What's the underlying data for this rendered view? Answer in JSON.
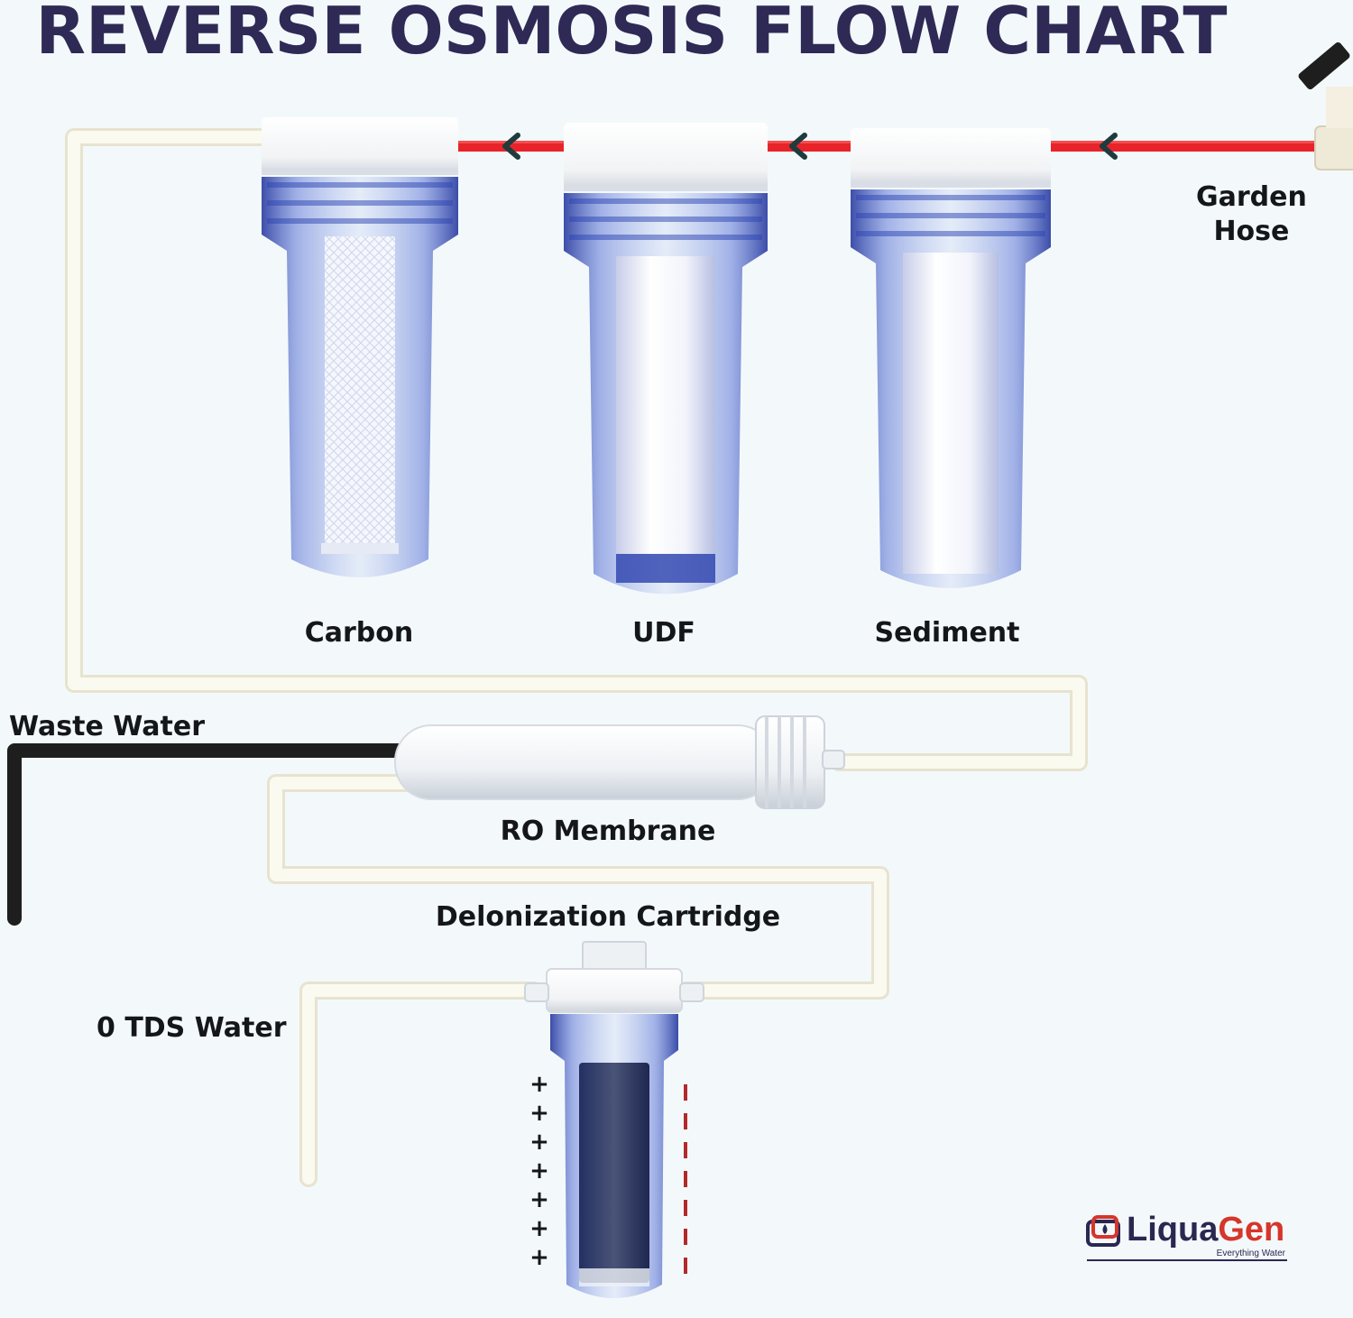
{
  "title": "REVERSE OSMOSIS FLOW CHART",
  "labels": {
    "garden_hose_line1": "Garden",
    "garden_hose_line2": "Hose",
    "carbon": "Carbon",
    "udf": "UDF",
    "sediment": "Sediment",
    "waste_water": "Waste Water",
    "ro_membrane": "RO Membrane",
    "deionization_cartridge": "Delonization Cartridge",
    "tds_water": "0 TDS Water"
  },
  "charges": {
    "positive_symbol": "+",
    "positive_count": 7,
    "negative_symbol": "-",
    "negative_count": 7
  },
  "logo": {
    "name_part1": "Liqua",
    "name_part2": "Gen",
    "tagline": "Everything Water",
    "icon": "water-drop-logo-icon"
  },
  "colors": {
    "title": "#2e2a55",
    "inlet_hose": "#e8232a",
    "waste_tube": "#1e1e1e",
    "clean_tube": "#fbfaf0",
    "housing_blue": "#4a63c8",
    "brand_red": "#d7352b",
    "flow_arrow": "#1f3b3e"
  }
}
